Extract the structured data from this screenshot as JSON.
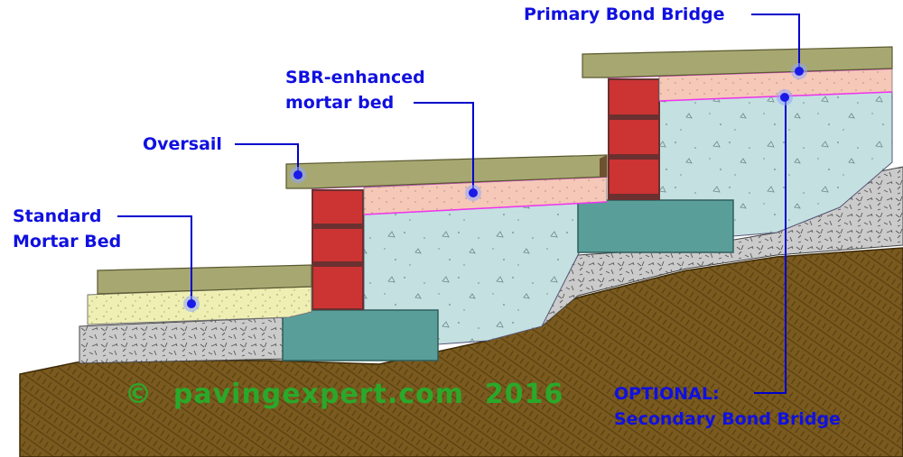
{
  "labels": {
    "primary_bond_bridge": "Primary Bond Bridge",
    "sbr_line1": "SBR-enhanced",
    "sbr_line2": "mortar bed",
    "oversail": "Oversail",
    "standard_line1": "Standard",
    "standard_line2": "Mortar Bed",
    "optional_line1": "OPTIONAL:",
    "optional_line2": "Secondary Bond Bridge"
  },
  "watermark": "©  pavingexpert.com  2016",
  "colors": {
    "label_text": "#1010e0",
    "leader_line": "#0000cc",
    "watermark": "#2aa82a",
    "soil": "#7a5a1e",
    "sub_base": "#c8c8c8",
    "concrete_fill": "#c4e0e0",
    "footing": "#5a9e9a",
    "brick": "#cc3333",
    "mortar_joint": "#6b3030",
    "sbr_mortar": "#f5c8b8",
    "standard_mortar": "#efefb4",
    "paving": "#a7a772",
    "bond_bridge": "#ee33ee"
  }
}
